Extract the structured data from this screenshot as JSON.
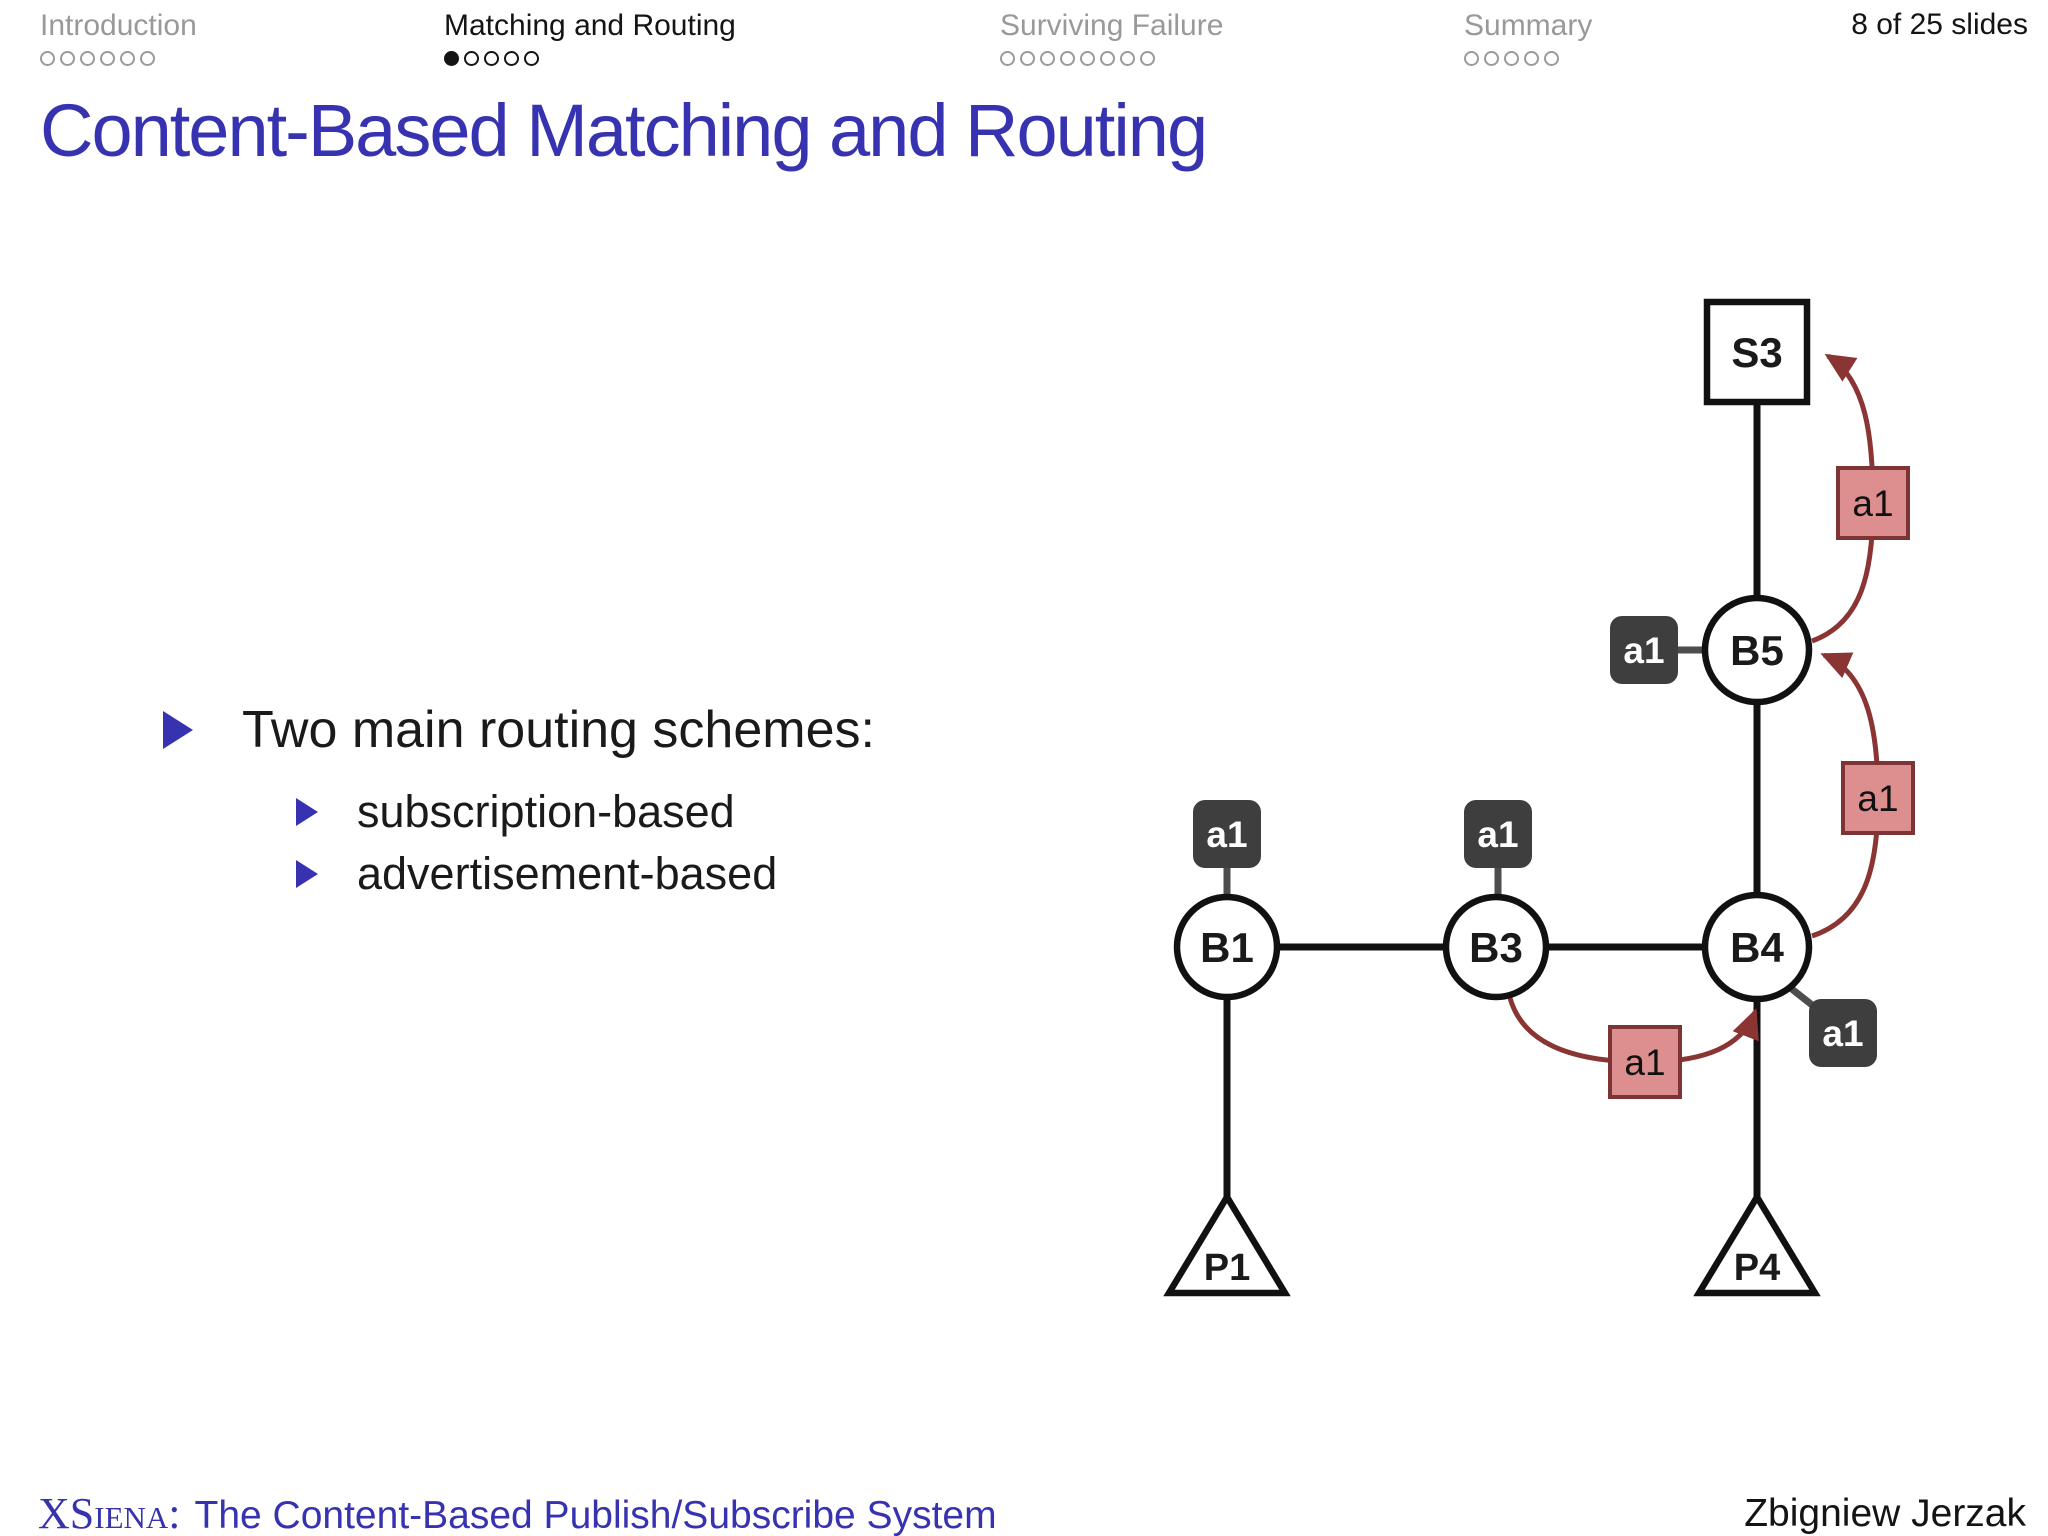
{
  "header": {
    "sections": [
      {
        "label": "Introduction",
        "dots": 6,
        "filled": 0,
        "active": false
      },
      {
        "label": "Matching and Routing",
        "dots": 5,
        "filled": 1,
        "active": true
      },
      {
        "label": "Surviving Failure",
        "dots": 8,
        "filled": 0,
        "active": false
      },
      {
        "label": "Summary",
        "dots": 5,
        "filled": 0,
        "active": false
      }
    ],
    "slide_counter": "8 of 25 slides"
  },
  "title": "Content-Based Matching and Routing",
  "bullets": {
    "main": "Two main routing schemes:",
    "sub": [
      "subscription-based",
      "advertisement-based"
    ]
  },
  "diagram": {
    "node_labels": {
      "S3": "S3",
      "B5": "B5",
      "B4": "B4",
      "B3": "B3",
      "B1": "B1",
      "P1": "P1",
      "P4": "P4"
    },
    "ad_tags": {
      "b1": "a1",
      "b3": "a1",
      "b5": "a1",
      "b4": "a1"
    },
    "flow_tags": {
      "b3_to_b4": "a1",
      "b4_to_b5": "a1",
      "b5_to_s3": "a1"
    }
  },
  "footer": {
    "brand": "XSiena:",
    "system": "The Content-Based Publish/Subscribe System",
    "author": "Zbigniew Jerzak"
  },
  "colors": {
    "structure_blue": "#3733b0",
    "nav_inactive": "#999999",
    "nav_active": "#141414",
    "maroon": "#8b3434",
    "pink_fill": "#dd8f8f",
    "pink_border": "#7c3434",
    "dark_tag": "#3e3e3e",
    "edge_black": "#111111"
  }
}
